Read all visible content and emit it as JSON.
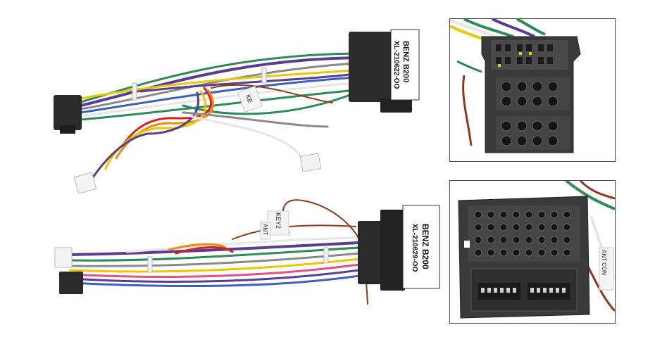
{
  "image": {
    "harness_top": {
      "label_line1": "BENZ B200",
      "label_line2": "XL-210622-OO",
      "wire_tag": "KE"
    },
    "harness_bottom": {
      "label_line1": "BENZ B200",
      "label_line2": "XL-210629-OO",
      "wire_tag_1": "KEY2",
      "wire_tag_2": "ANT"
    },
    "inset_top": {
      "subject": "ISO connector closeup"
    },
    "inset_bottom": {
      "subject": "Quadlock connector closeup",
      "wire_tag": "ANT CON"
    }
  },
  "colors": {
    "connector": "#2a2a2a",
    "wire_purple": "#5b3d8f",
    "wire_green": "#2e8b57",
    "wire_yellow": "#e8c800",
    "wire_red": "#d42020",
    "wire_orange": "#f08a10",
    "wire_brown": "#8b3a1a",
    "wire_gray": "#8a8a8a",
    "wire_white": "#e6e6e6",
    "wire_blue": "#3b5fc0",
    "wire_pink": "#e0508a"
  }
}
